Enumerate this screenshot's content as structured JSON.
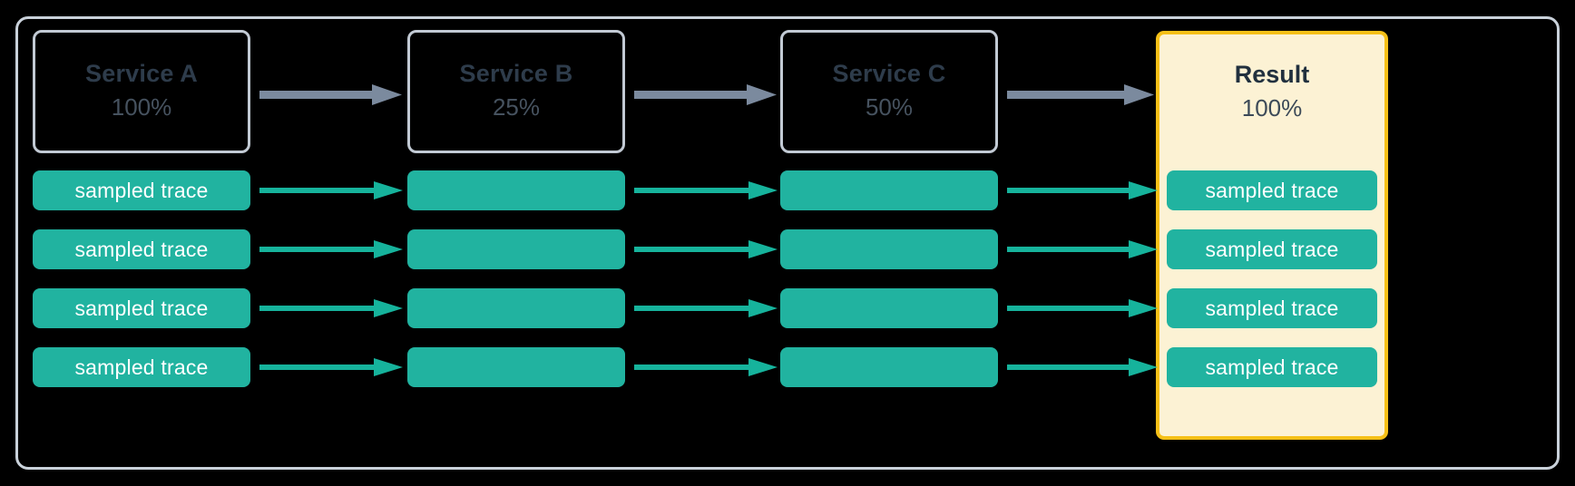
{
  "diagram": {
    "title": "trace sampling pipeline",
    "background_color": "#000000",
    "frame_border_color": "#c9d1da",
    "colors": {
      "service_border": "#c2cad4",
      "service_text": "#2e3c4b",
      "trace_bar": "#21b3a0",
      "trace_label": "#ffffff",
      "gray_arrow": "#7b8a9e",
      "green_arrow": "#16b39c",
      "result_fill": "#fcf2d4",
      "result_border": "#f6c017",
      "result_text": "#21303e"
    }
  },
  "stages": [
    {
      "id": "service-a",
      "name": "Service A",
      "percent": "100%",
      "highlight": false
    },
    {
      "id": "service-b",
      "name": "Service B",
      "percent": "25%",
      "highlight": false
    },
    {
      "id": "service-c",
      "name": "Service C",
      "percent": "50%",
      "highlight": false
    },
    {
      "id": "result",
      "name": "Result",
      "percent": "100%",
      "highlight": true
    }
  ],
  "traces": {
    "label": "sampled trace",
    "row_count": 4,
    "rows": [
      {
        "service_a": "sampled trace",
        "service_b": "",
        "service_c": "",
        "result": "sampled trace"
      },
      {
        "service_a": "sampled trace",
        "service_b": "",
        "service_c": "",
        "result": "sampled trace"
      },
      {
        "service_a": "sampled trace",
        "service_b": "",
        "service_c": "",
        "result": "sampled trace"
      },
      {
        "service_a": "sampled trace",
        "service_b": "",
        "service_c": "",
        "result": "sampled trace"
      }
    ]
  },
  "arrows": {
    "service_flow": {
      "count": 3,
      "color": "#7b8a9e",
      "direction": "right"
    },
    "trace_flow": {
      "count": 12,
      "color": "#16b39c",
      "direction": "right"
    }
  }
}
